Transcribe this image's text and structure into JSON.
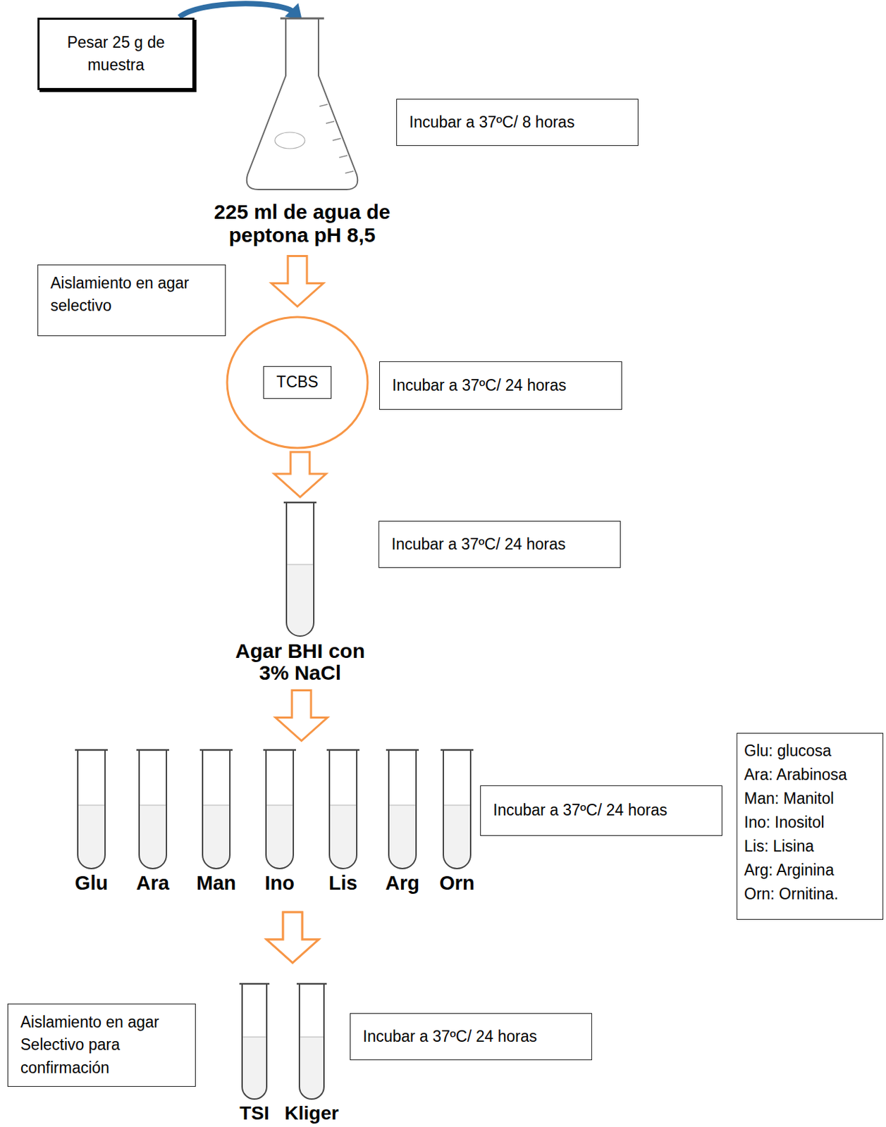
{
  "diagram": {
    "nodes": [
      {
        "text": [
          "Pesar 25 g de muestra"
        ]
      },
      {
        "text": [
          "Incubar a 37ºC/ 8 horas"
        ]
      },
      {
        "text": [
          "225 ml de agua de peptona pH 8,5"
        ]
      },
      {
        "text": [
          "Aislamiento en agar selectivo"
        ]
      },
      {
        "text": [
          "TCBS"
        ]
      },
      {
        "text": [
          "Incubar a 37ºC/ 24 horas"
        ]
      },
      {
        "text": [
          "Agar BHI con 3% NaCl"
        ]
      },
      {
        "text": [
          "Incubar a 37ºC/ 24 horas"
        ]
      },
      {
        "text": [
          "Glu"
        ]
      },
      {
        "text": [
          "Ara"
        ]
      },
      {
        "text": [
          "Man"
        ]
      },
      {
        "text": [
          "Ino"
        ]
      },
      {
        "text": [
          "Lis"
        ]
      },
      {
        "text": [
          "Arg"
        ]
      },
      {
        "text": [
          "Orn"
        ]
      },
      {
        "text": [
          "Incubar a 37ºC/ 24 horas"
        ]
      },
      {
        "text": [
          "Glu: glucosa",
          "Ara: Arabinosa",
          "Man: Manitol",
          "Ino: Inositol",
          "Lis: Lisina",
          "Arg: Arginina",
          "Orn: Ornitina."
        ]
      },
      {
        "text": [
          "Aislamiento en agar Selectivo para confirmación"
        ]
      },
      {
        "text": [
          "TSI"
        ]
      },
      {
        "text": [
          "Kliger"
        ]
      },
      {
        "text": [
          "Incubar a 37ºC/ 24 horas"
        ]
      }
    ],
    "edges": [
      {
        "from": 0,
        "to": 2,
        "arrow": "to"
      },
      {
        "from": 2,
        "to": 4,
        "arrow": "to"
      },
      {
        "from": 4,
        "to": 6,
        "arrow": "to"
      },
      {
        "from": 6,
        "to": 11,
        "arrow": "to"
      },
      {
        "from": 11,
        "to": 18,
        "arrow": "to"
      },
      {
        "from": 11,
        "to": 19,
        "arrow": "to"
      }
    ]
  }
}
